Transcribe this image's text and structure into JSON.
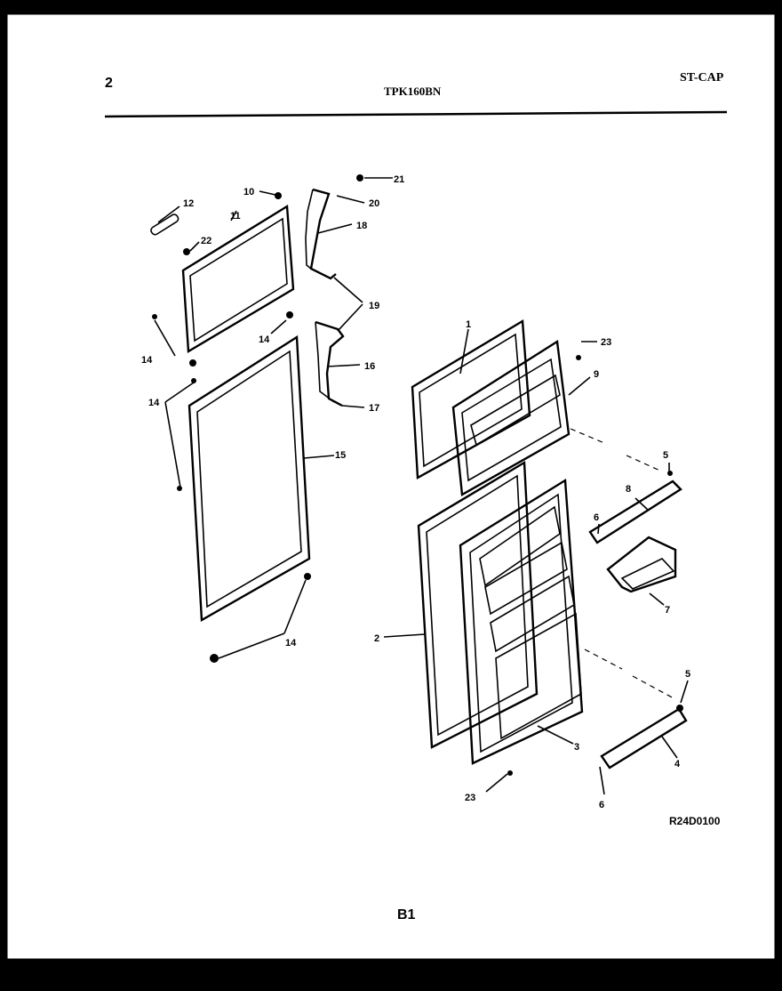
{
  "header": {
    "page_number": "2",
    "model": "TPK160BN",
    "code": "ST-CAP"
  },
  "footer": {
    "drawing_id": "R24D0100",
    "section": "B1"
  },
  "callouts": [
    "1",
    "2",
    "3",
    "4",
    "5",
    "6",
    "7",
    "8",
    "9",
    "10",
    "11",
    "12",
    "14",
    "15",
    "16",
    "17",
    "18",
    "19",
    "20",
    "21",
    "22",
    "23"
  ]
}
